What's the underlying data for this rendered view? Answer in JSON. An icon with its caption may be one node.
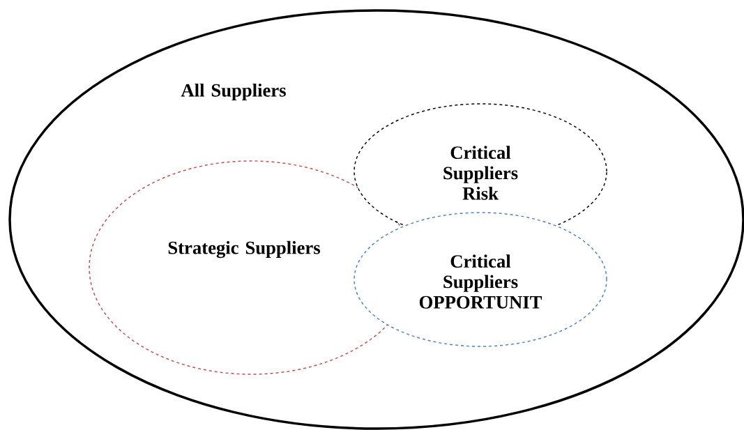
{
  "diagram": {
    "nodes": [
      {
        "text": [
          "All Suppliers"
        ]
      },
      {
        "text": [
          "Critical Suppliers Risk"
        ],
        "in": 0
      },
      {
        "text": [
          "Strategic Suppliers"
        ],
        "in": 0
      },
      {
        "text": [
          "Critical Suppliers OPPORTUNIT"
        ],
        "in": 0
      }
    ]
  }
}
